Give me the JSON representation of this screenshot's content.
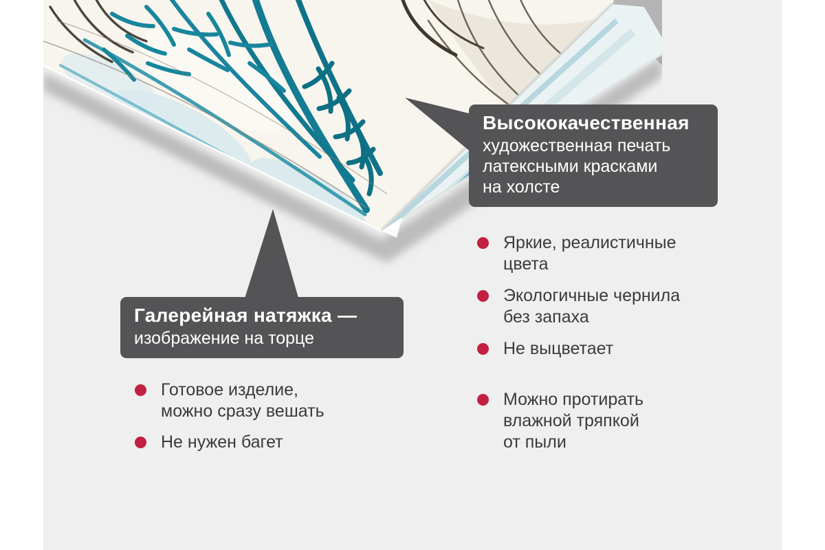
{
  "colors": {
    "accent": "#c31f40",
    "callout_bg": "#545456",
    "callout_text": "#ffffff",
    "text": "#3b3b3d",
    "page_bg": "#efefef",
    "margin_bg": "#ffffff",
    "canvas_teal": "#137c92",
    "canvas_face": "#f8f5ee",
    "canvas_side": "#ebf2f4"
  },
  "photo": {
    "name": "canvas-print-corner-photo",
    "description_icon": "canvas-corner-with-teal-botanical-print"
  },
  "callouts": {
    "print_quality": {
      "title": "Высококачественная",
      "lines": [
        "художественная печать",
        "латексными красками",
        "на холсте"
      ]
    },
    "gallery_wrap": {
      "title": "Галерейная натяжка —",
      "lines": [
        "изображение на торце"
      ]
    }
  },
  "features": {
    "left": [
      {
        "lines": [
          "Готовое изделие,",
          "можно сразу вешать"
        ]
      },
      {
        "lines": [
          "Не нужен багет"
        ]
      }
    ],
    "right": [
      {
        "lines": [
          "Яркие, реалистичные",
          "цвета"
        ]
      },
      {
        "lines": [
          "Экологичные чернила",
          "без запаха"
        ]
      },
      {
        "lines": [
          "Не выцветает"
        ]
      },
      {
        "lines": [
          "Можно протирать",
          "влажной тряпкой",
          "от пыли"
        ]
      }
    ]
  }
}
